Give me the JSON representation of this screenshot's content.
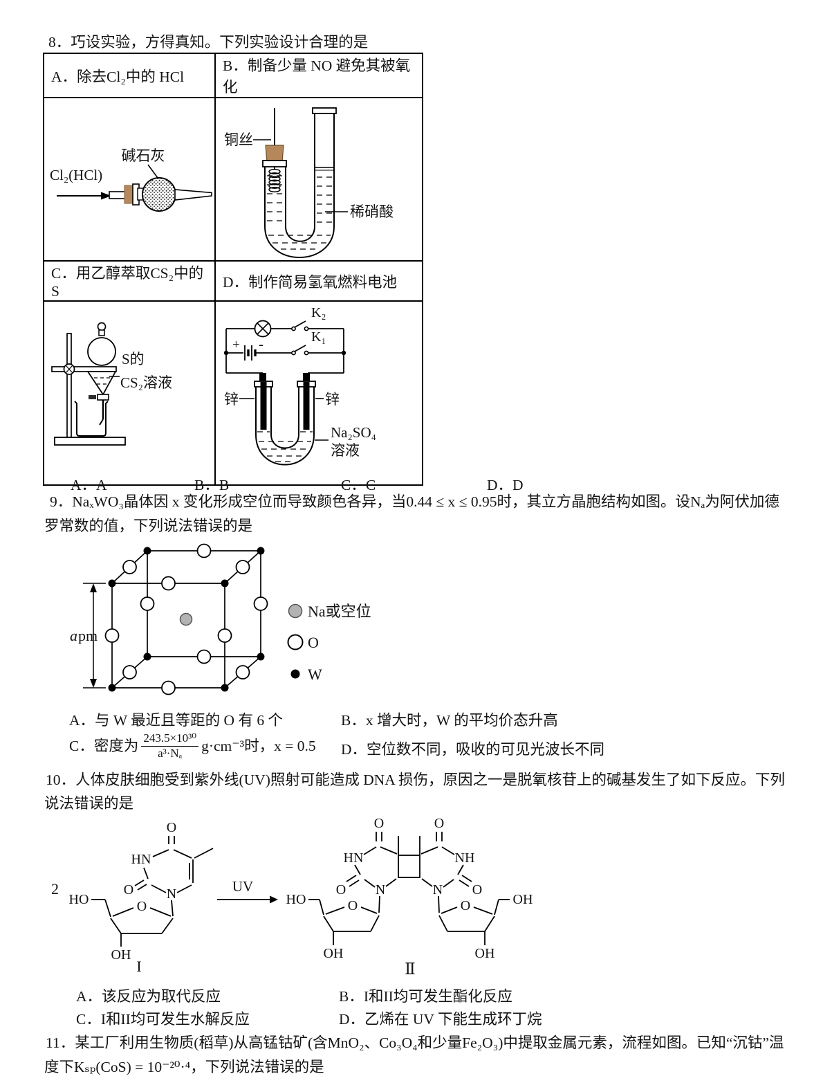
{
  "colors": {
    "stopper": "#b5885c",
    "stopper_edge": "#7a5230",
    "vacancy_gray": "#b3b3b3",
    "ink": "#141414"
  },
  "q8": {
    "stem": "8．巧设实验，方得真知。下列实验设计合理的是",
    "table": {
      "a_label": "A．除去Cl₂中的 HCl",
      "b_label": "B．制备少量 NO 避免其被氧化",
      "c_label": "C．用乙醇萃取CS₂中的 S",
      "d_label": "D．制作简易氢氧燃料电池",
      "diagram_a": {
        "drying_agent": "碱石灰",
        "gas_in": "Cl₂(HCl)"
      },
      "diagram_b": {
        "copper_wire": "铜丝",
        "acid": "稀硝酸"
      },
      "diagram_c": {
        "solution_line1": "S的",
        "solution_line2": "CS₂溶液"
      },
      "diagram_d": {
        "k2": "K₂",
        "k1": "K₁",
        "plus": "+",
        "minus": "-",
        "zinc_left": "锌",
        "zinc_right": "锌",
        "electrolyte_line1": "Na₂SO₄",
        "electrolyte_line2": "溶液"
      }
    },
    "answers": [
      "A．A",
      "B．B",
      "C．C",
      "D．D"
    ]
  },
  "q9": {
    "stem_line1": "9．NaₓWO₃晶体因 x 变化形成空位而导致颜色各异，当0.44 ≤ x ≤ 0.95时，其立方晶胞结构如图。设Nₐ为阿伏加德",
    "stem_line2": "罗常数的值，下列说法错误的是",
    "figure": {
      "dim_italic": "a",
      "dim_unit": "pm",
      "legend_na": "Na或空位",
      "legend_o": "O",
      "legend_w": "W"
    },
    "options": {
      "a": "A．与 W 最近且等距的 O 有 6 个",
      "b": "B．x 增大时，W 的平均价态升高",
      "c_prefix": "C．密度为",
      "c_num": "243.5×10³⁰",
      "c_den": "a³·Nₐ",
      "c_suffix": "g·cm⁻³时，x = 0.5",
      "d": "D．空位数不同，吸收的可见光波长不同"
    }
  },
  "q10": {
    "stem_line1": "10．人体皮肤细胞受到紫外线(UV)照射可能造成 DNA 损伤，原因之一是脱氧核苷上的碱基发生了如下反应。下列",
    "stem_line2": "说法错误的是",
    "reaction": {
      "coefficient": "2",
      "arrow_label": "UV",
      "label_i": "I",
      "label_ii": "Ⅱ"
    },
    "structure1": {
      "o_top": "O",
      "hn": "HN",
      "o_left": "O",
      "n": "N",
      "ring_o": "O",
      "ho": "HO",
      "oh": "OH"
    },
    "structure2": {
      "o_top_left": "O",
      "o_top_right": "O",
      "hn_left": "HN",
      "nh_right": "NH",
      "o_left": "O",
      "o_right": "O",
      "n_left": "N",
      "n_right": "N",
      "ring_o_left": "O",
      "ring_o_right": "O",
      "ho_left": "HO",
      "oh_top_right": "OH",
      "oh_bottom_left": "OH",
      "oh_bottom_right": "OH"
    },
    "options": {
      "a": "A．该反应为取代反应",
      "b": "B．I和II均可发生酯化反应",
      "c": "C．I和II均可发生水解反应",
      "d": "D．乙烯在 UV 下能生成环丁烷"
    }
  },
  "q11": {
    "stem_line1": "11．某工厂利用生物质(稻草)从高锰钴矿(含MnO₂、Co₃O₄和少量Fe₂O₃)中提取金属元素，流程如图。已知“沉钴”温",
    "stem_line2": "度下Kₛₚ(CoS) = 10⁻²⁰·⁴，下列说法错误的是"
  }
}
